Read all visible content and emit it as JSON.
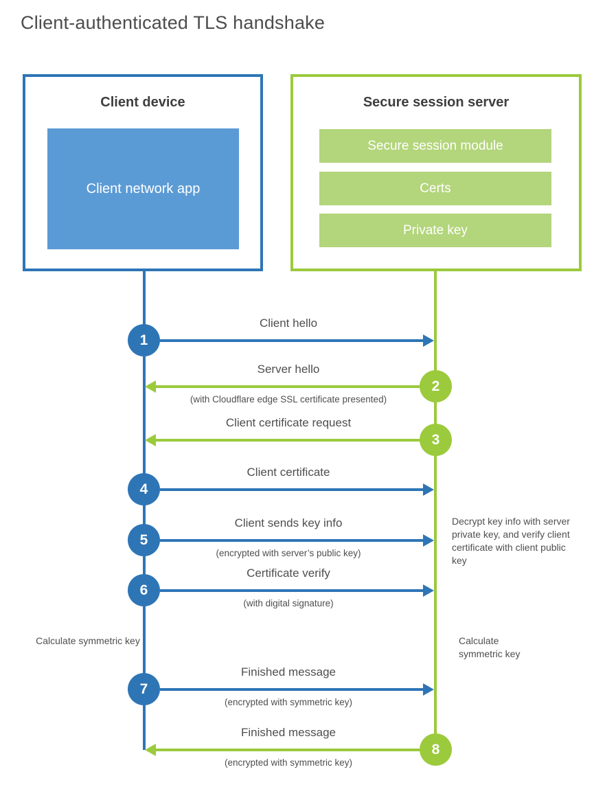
{
  "title": "Client-authenticated TLS handshake",
  "client": {
    "title": "Client device",
    "app_label": "Client network app"
  },
  "server": {
    "title": "Secure session server",
    "modules": [
      "Secure session module",
      "Certs",
      "Private key"
    ]
  },
  "steps": [
    {
      "number": "1",
      "from": "client",
      "label": "Client hello",
      "sublabel": ""
    },
    {
      "number": "2",
      "from": "server",
      "label": "Server hello",
      "sublabel": "(with Cloudflare edge SSL certificate presented)"
    },
    {
      "number": "3",
      "from": "server",
      "label": "Client certificate request",
      "sublabel": ""
    },
    {
      "number": "4",
      "from": "client",
      "label": "Client certificate",
      "sublabel": ""
    },
    {
      "number": "5",
      "from": "client",
      "label": "Client sends key info",
      "sublabel": "(encrypted with server’s public key)"
    },
    {
      "number": "6",
      "from": "client",
      "label": "Certificate verify",
      "sublabel": "(with digital signature)"
    },
    {
      "number": "7",
      "from": "client",
      "label": "Finished message",
      "sublabel": "(encrypted with symmetric key)"
    },
    {
      "number": "8",
      "from": "server",
      "label": "Finished message",
      "sublabel": "(encrypted with symmetric key)"
    }
  ],
  "annotations": {
    "server_note": "Decrypt key info with server private key, and verify client certificate with client public key",
    "client_calculate": "Calculate symmetric key",
    "server_calculate": "Calculate symmetric key"
  },
  "colors": {
    "blue": "#2e75b6",
    "light_blue": "#5b9bd5",
    "green": "#9bca3c",
    "light_green": "#b3d57b"
  }
}
